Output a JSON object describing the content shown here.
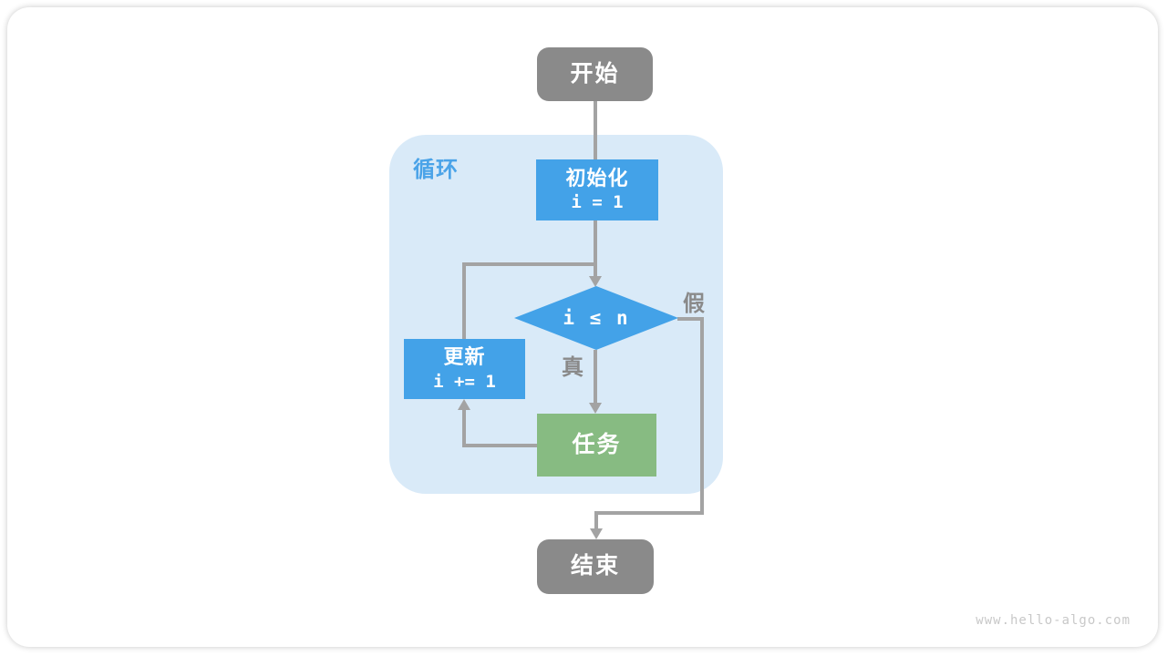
{
  "colors": {
    "node_blue": "#43A2E8",
    "node_green": "#87BB82",
    "node_gray": "#8A8A8A",
    "loop_background": "#D9EAF8",
    "connector_gray": "#A3A3A3",
    "branch_label_gray": "#8A8A8A",
    "loop_label_blue": "#4AA3E8",
    "watermark_gray": "#C8C8C8",
    "node_text": "#FFFFFF"
  },
  "flowchart": {
    "start_label": "开始",
    "loop_label": "循环",
    "init_title": "初始化",
    "init_code": "i = 1",
    "condition_code": "i ≤ n",
    "true_label": "真",
    "false_label": "假",
    "update_title": "更新",
    "update_code": "i += 1",
    "task_label": "任务",
    "end_label": "结束"
  },
  "footer": {
    "watermark": "www.hello-algo.com"
  }
}
